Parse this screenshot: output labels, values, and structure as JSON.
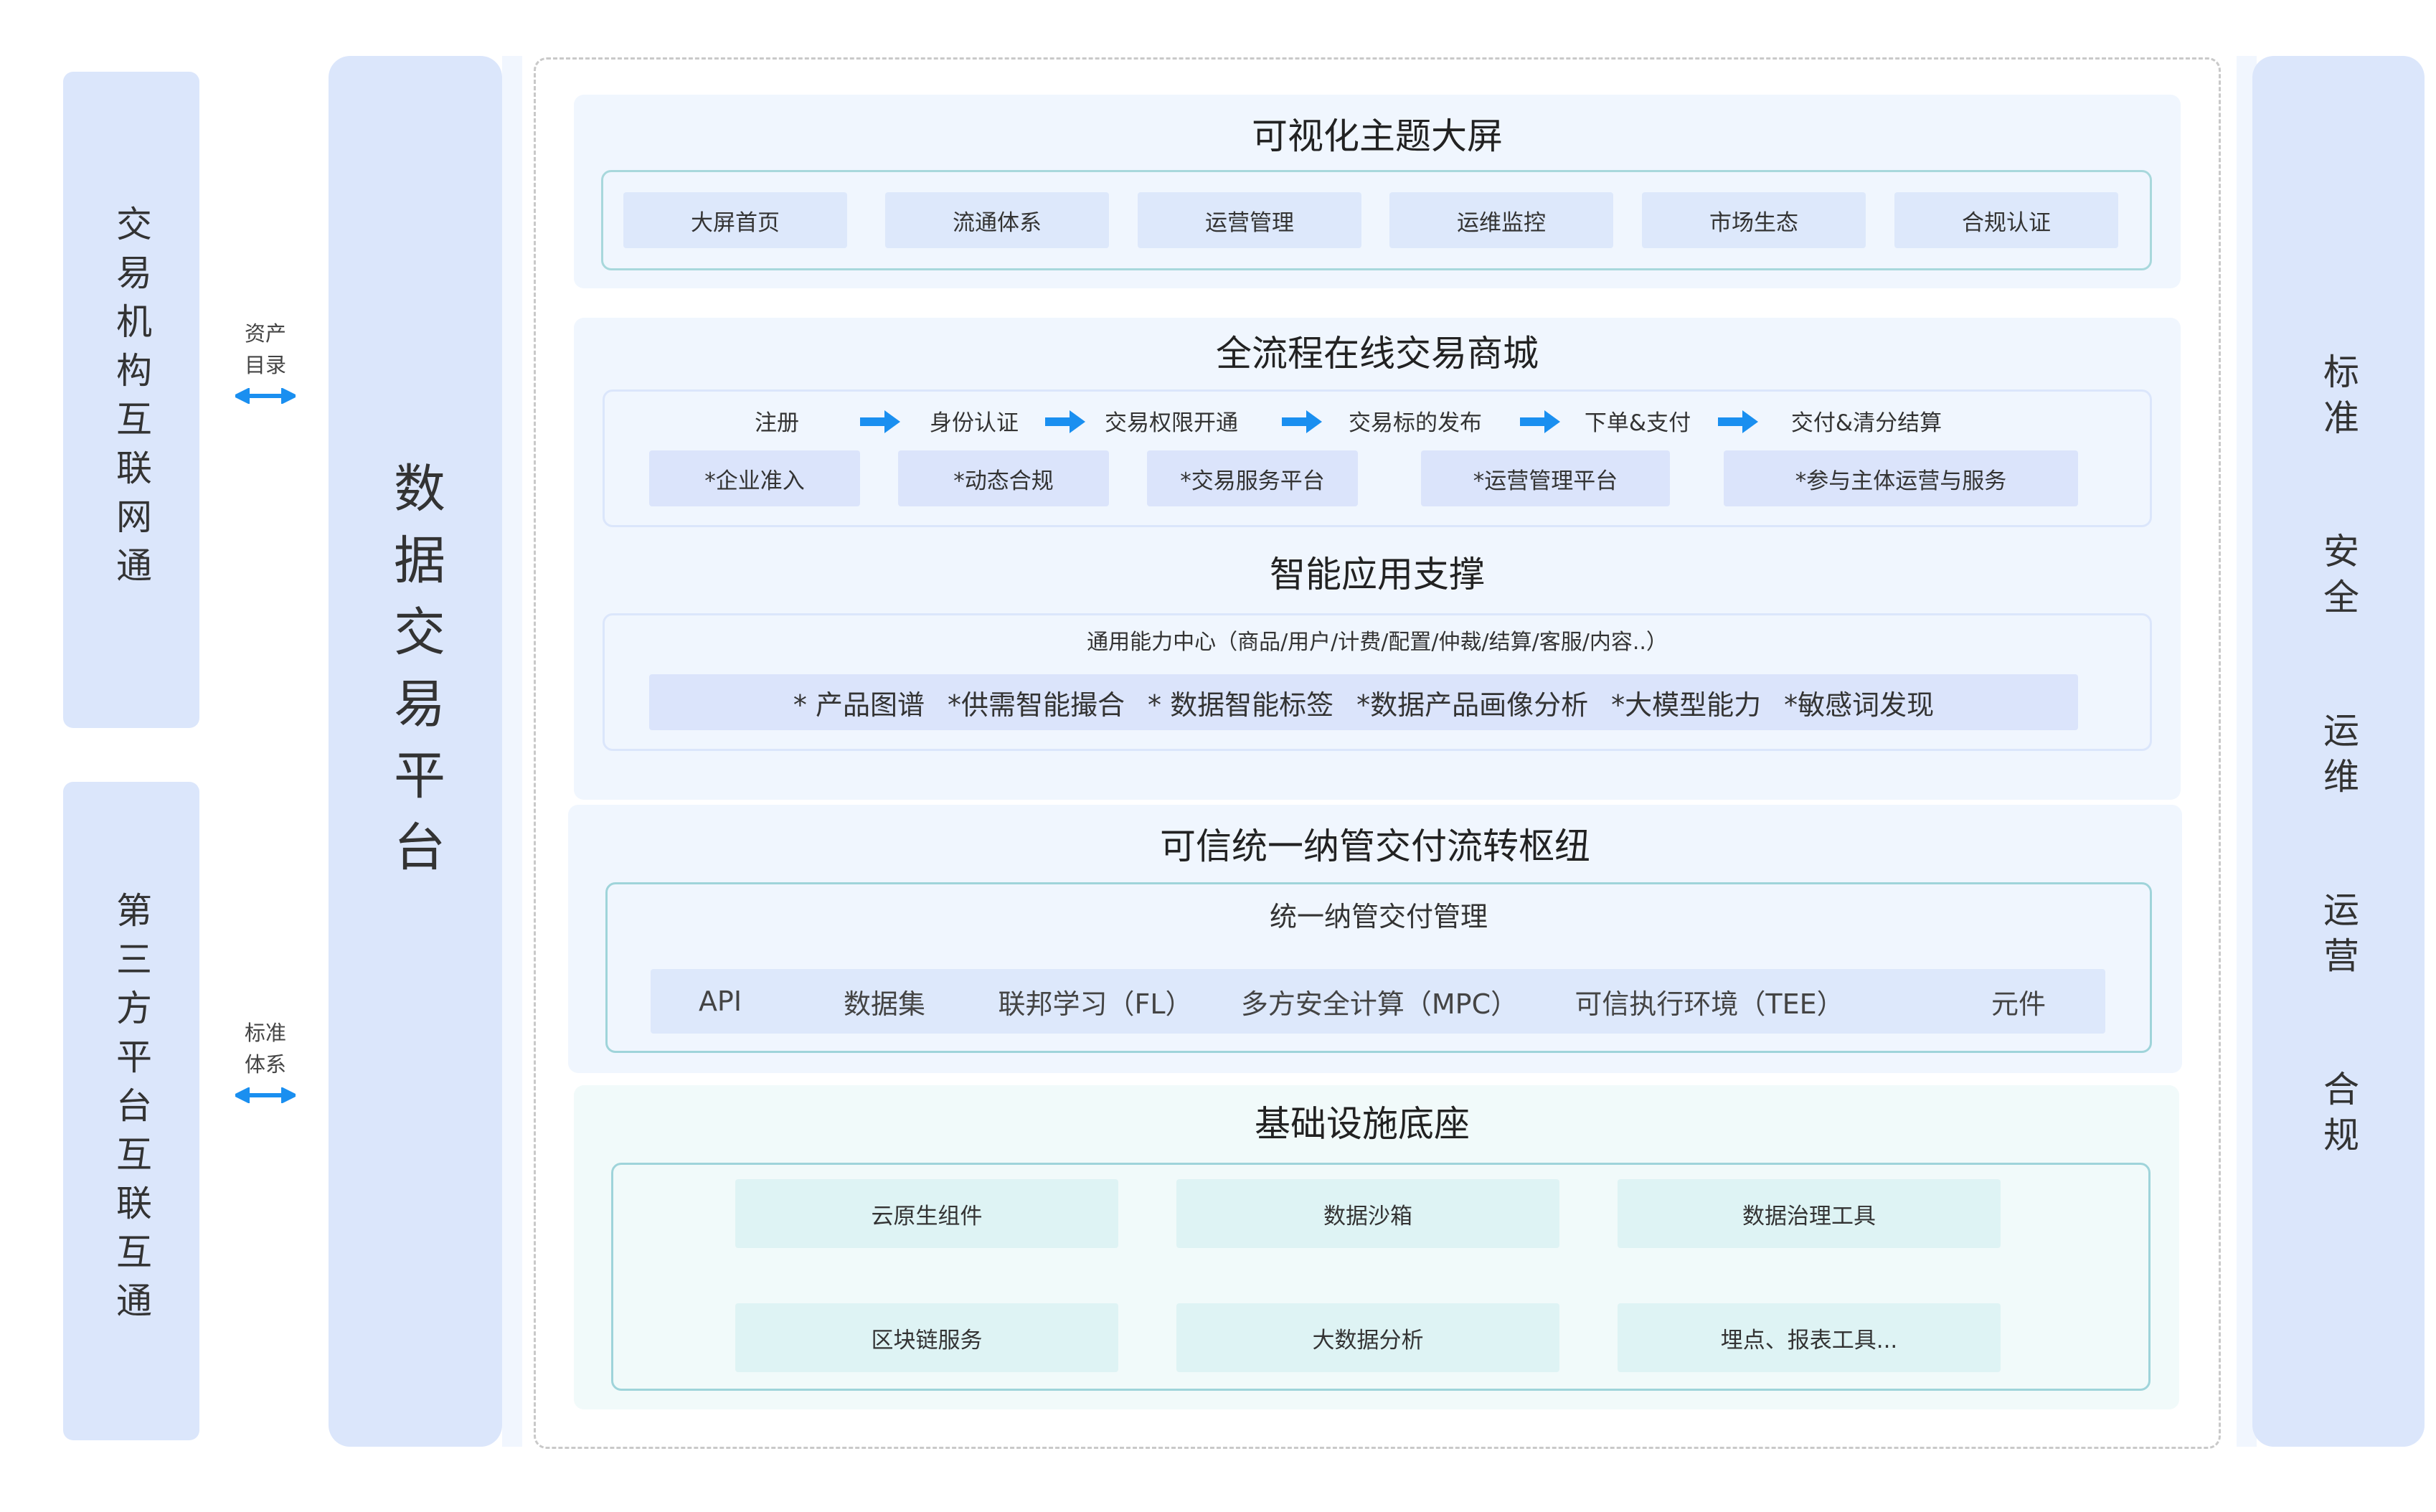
{
  "left": {
    "top_column": "交易机构互联网通",
    "top_connector": [
      "资产",
      "目录"
    ],
    "bottom_column": "第三方平台互联互通",
    "bottom_connector": [
      "标准",
      "体系"
    ]
  },
  "platform_label": "数据交易平台",
  "visual_screen": {
    "title": "可视化主题大屏",
    "items": [
      "大屏首页",
      "流通体系",
      "运营管理",
      "运维监控",
      "市场生态",
      "合规认证"
    ]
  },
  "mall": {
    "title": "全流程在线交易商城",
    "steps": [
      "注册",
      "身份认证",
      "交易权限开通",
      "交易标的发布",
      "下单&支付",
      "交付&清分结算"
    ],
    "items": [
      "*企业准入",
      "*动态合规",
      "*交易服务平台",
      "*运营管理平台",
      "*参与主体运营与服务"
    ]
  },
  "smart": {
    "title": "智能应用支撑",
    "subtitle": "通用能力中心（商品/用户/计费/配置/仲裁/结算/客服/内容..）",
    "items": [
      "* 产品图谱",
      "*供需智能撮合",
      "* 数据智能标签",
      "*数据产品画像分析",
      "*大模型能力",
      "*敏感词发现"
    ]
  },
  "hub": {
    "title": "可信统一纳管交付流转枢纽",
    "subtitle": "统一纳管交付管理",
    "items": [
      "API",
      "数据集",
      "联邦学习（FL）",
      "多方安全计算（MPC）",
      "可信执行环境（TEE）",
      "元件"
    ]
  },
  "infra": {
    "title": "基础设施底座",
    "row1": [
      "云原生组件",
      "数据沙箱",
      "数据治理工具"
    ],
    "row2": [
      "区块链服务",
      "大数据分析",
      "埋点、报表工具..."
    ]
  },
  "right": {
    "groups": [
      "标准",
      "安全",
      "运维",
      "运营",
      "合规"
    ]
  },
  "colors": {
    "column_bg": "#dbe6fb",
    "chip_blue": "#dde8fb",
    "chip_teal": "#def3f4",
    "arrow": "#1a8ff0",
    "teal_border": "#9fd4da"
  }
}
